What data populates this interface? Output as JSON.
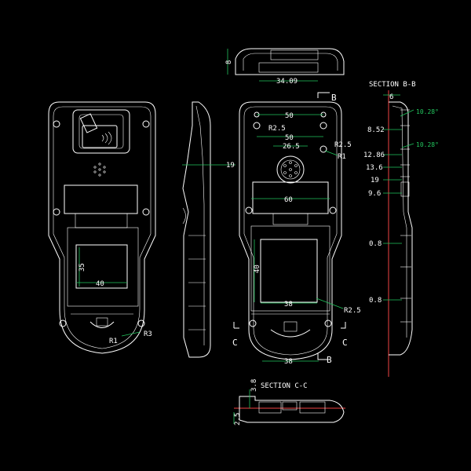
{
  "sections": {
    "b_title": "SECTION B-B",
    "c_title": "SECTION C-C"
  },
  "markers": {
    "b": "B",
    "c": "C"
  },
  "dims": {
    "top_width": "34.09",
    "top_height": "8",
    "side_19": "19",
    "back_50_top": "50",
    "back_50_mid": "50",
    "back_26_5": "26.5",
    "back_r2_5_left": "R2.5",
    "back_r2_5_right": "R2.5",
    "back_r1": "R1",
    "back_60": "60",
    "back_40": "40",
    "back_38": "38",
    "back_r2_5_low": "R2.5",
    "back_38_bottom": "38",
    "front_35": "35",
    "front_40": "40",
    "front_r1": "R1",
    "front_r3": "R3",
    "sb_6": "6",
    "sb_8_52": "8.52",
    "sb_12_86": "12.86",
    "sb_13_6": "13.6",
    "sb_19": "19",
    "sb_9_6": "9.6",
    "sb_0_8a": "0.8",
    "sb_0_8b": "0.8",
    "sb_angle1": "10.28°",
    "sb_angle2": "10.28°",
    "sc_3_8": "3.8",
    "sc_2_5": "2.5"
  },
  "colors": {
    "background": "#000000",
    "lines": "#ffffff",
    "dim_green": "#22c55e",
    "section_red": "#ef4444"
  }
}
